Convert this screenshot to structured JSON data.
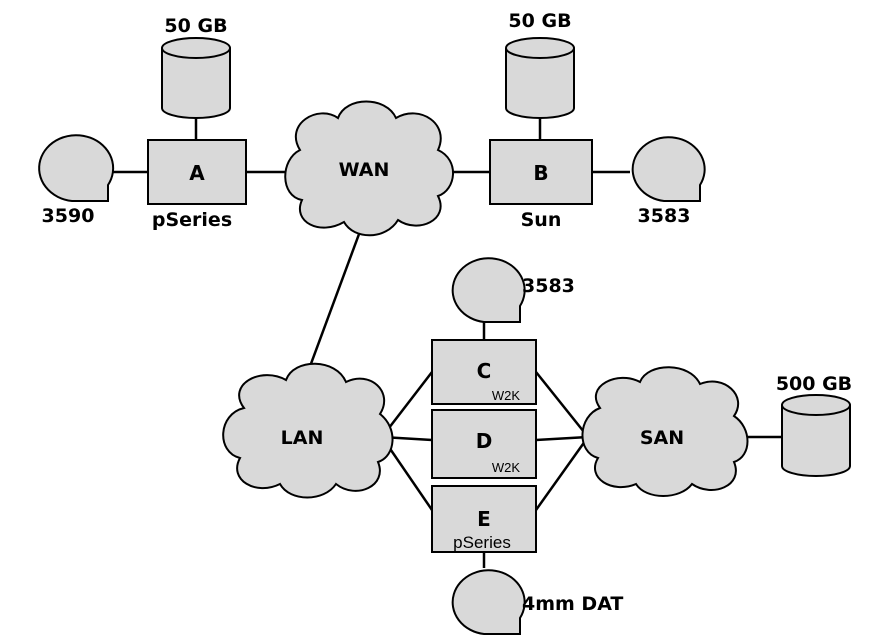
{
  "disks": {
    "a_disk": "50 GB",
    "b_disk": "50 GB",
    "san_disk": "500 GB"
  },
  "tapes": {
    "a_tape": "3590",
    "b_tape": "3583",
    "c_tape": "3583",
    "e_tape": "4mm DAT"
  },
  "clouds": {
    "wan": "WAN",
    "lan": "LAN",
    "san": "SAN"
  },
  "servers": {
    "a": {
      "letter": "A",
      "os": "pSeries"
    },
    "b": {
      "letter": "B",
      "os": "Sun"
    },
    "c": {
      "letter": "C",
      "os": "W2K"
    },
    "d": {
      "letter": "D",
      "os": "W2K"
    },
    "e": {
      "letter": "E",
      "os": "pSeries"
    }
  },
  "colors": {
    "fill": "#d9d9d9",
    "stroke": "#000000"
  }
}
